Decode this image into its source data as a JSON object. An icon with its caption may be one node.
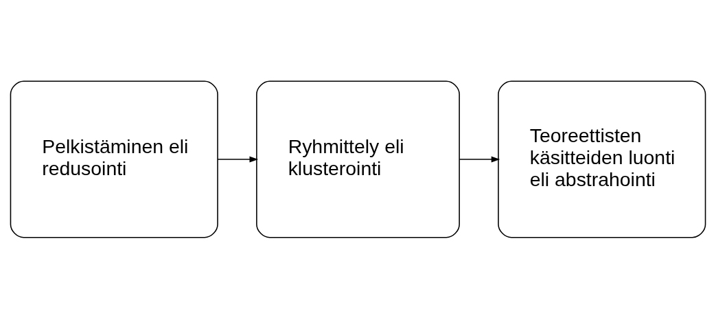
{
  "diagram": {
    "nodes": [
      {
        "text": [
          "Pelkistäminen eli redusointi"
        ]
      },
      {
        "text": [
          "Ryhmittely eli klusterointi"
        ]
      },
      {
        "text": [
          "Teoreettisten käsitteiden luonti eli abstrahointi"
        ]
      }
    ],
    "edges": [
      {
        "from": 0,
        "to": 1,
        "arrow": "to"
      },
      {
        "from": 1,
        "to": 2,
        "arrow": "to"
      }
    ]
  }
}
